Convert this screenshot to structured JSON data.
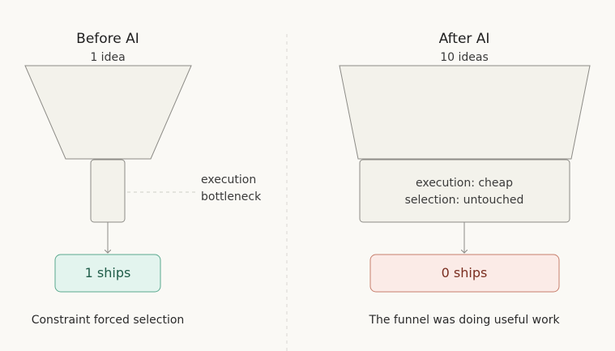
{
  "before": {
    "title": "Before AI",
    "ideas": "1 idea",
    "bottleneck_label": [
      "execution",
      "bottleneck"
    ],
    "result": "1 ships",
    "caption": "Constraint forced selection"
  },
  "after": {
    "title": "After AI",
    "ideas": "10 ideas",
    "box_lines": [
      "execution: cheap",
      "selection: untouched"
    ],
    "result": "0 ships",
    "caption": "The funnel was doing useful work"
  },
  "colors": {
    "background": "#faf9f5",
    "shape_fill": "#f3f2eb",
    "shape_stroke": "#8c8b86",
    "ok_fill": "#e3f4ee",
    "ok_stroke": "#5aa98e",
    "bad_fill": "#fbebe7",
    "bad_stroke": "#c77e6c"
  }
}
